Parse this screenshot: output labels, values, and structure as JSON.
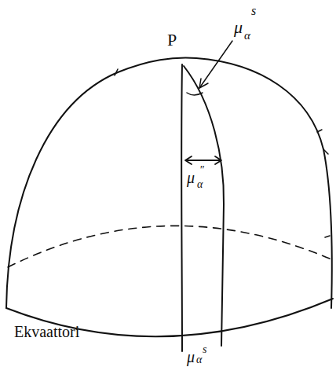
{
  "diagram": {
    "labels": [
      "P",
      "μ",
      "α",
      "s",
      "μ",
      "α",
      "″",
      "Ekvaattori",
      "μ",
      "α",
      "s"
    ]
  }
}
